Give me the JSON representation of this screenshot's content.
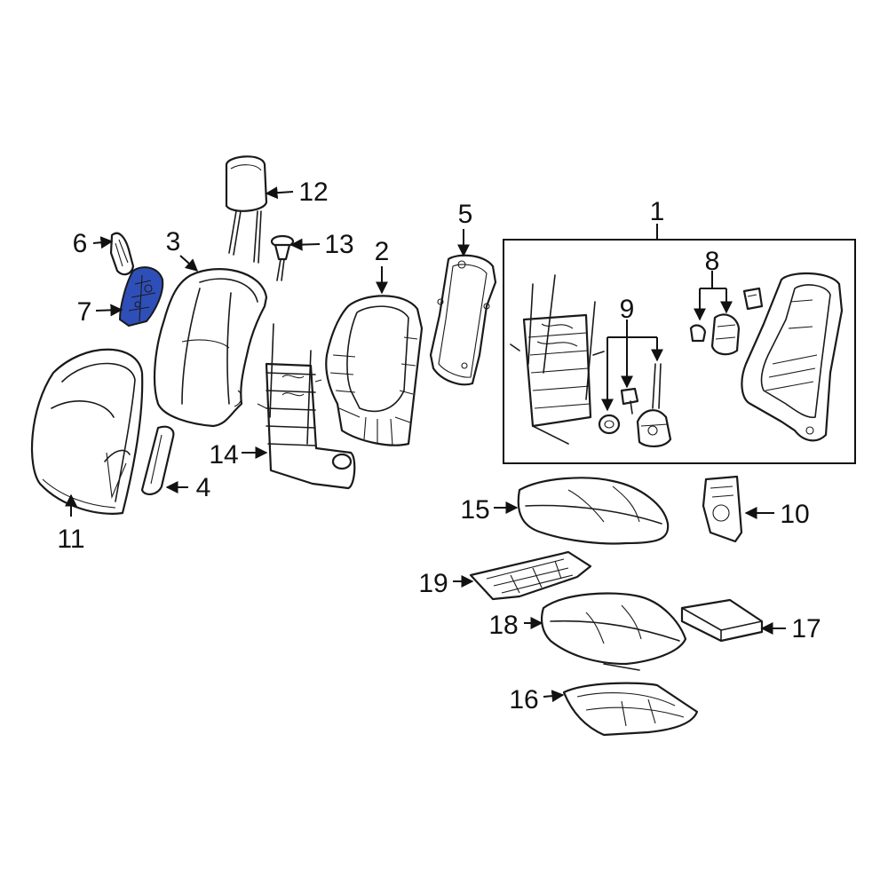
{
  "highlight_color": "#2f4fb8",
  "callouts": {
    "c1": "1",
    "c2": "2",
    "c3": "3",
    "c4": "4",
    "c5": "5",
    "c6": "6",
    "c7": "7",
    "c8": "8",
    "c9": "9",
    "c10": "10",
    "c11": "11",
    "c12": "12",
    "c13": "13",
    "c14": "14",
    "c15": "15",
    "c16": "16",
    "c17": "17",
    "c18": "18",
    "c19": "19"
  },
  "highlighted_part": "7"
}
